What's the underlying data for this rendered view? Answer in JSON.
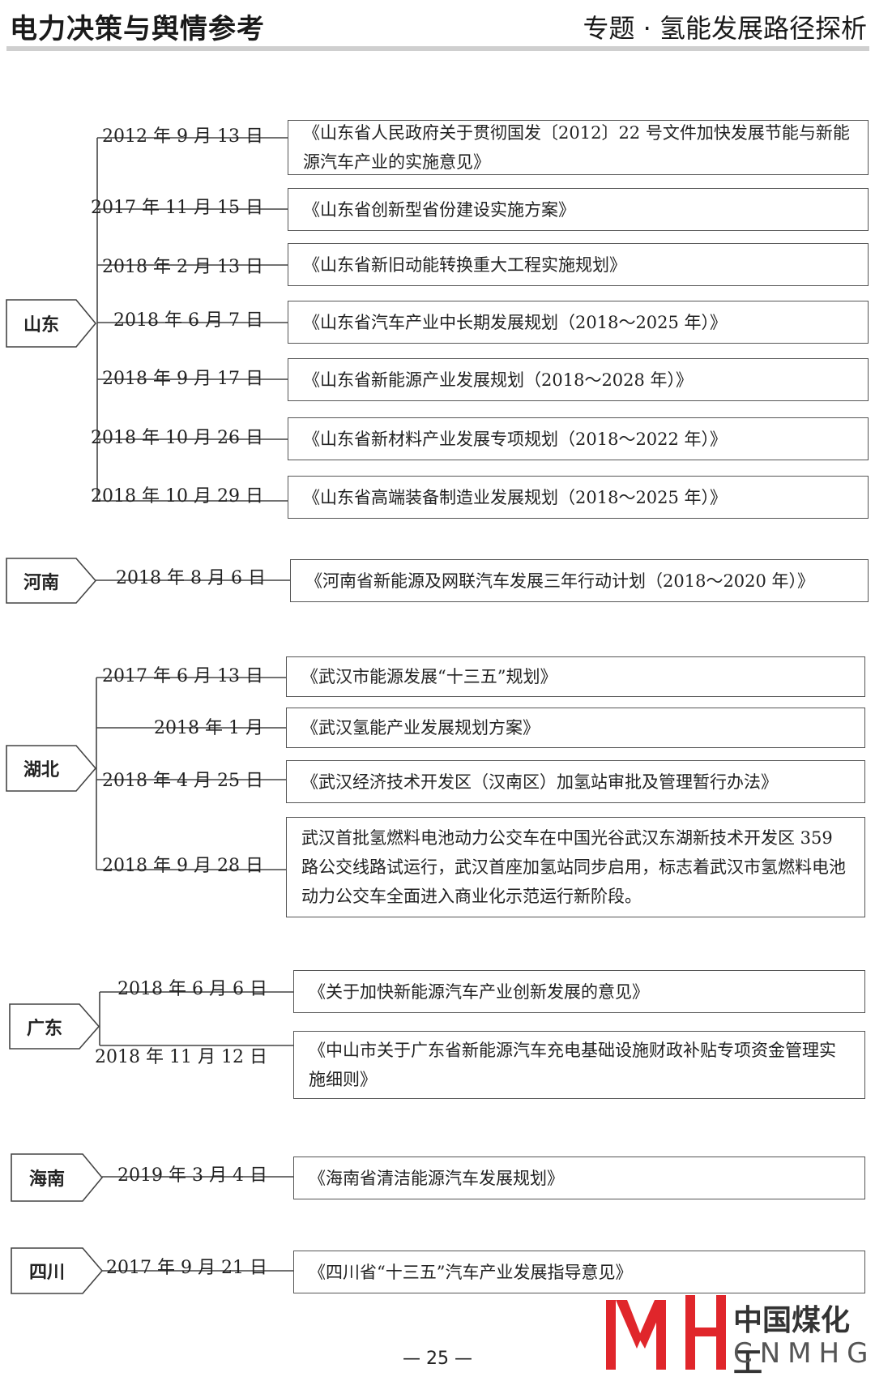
{
  "header": {
    "brand": "电力决策与舆情参考",
    "topic": "专题 · 氢能发展路径探析"
  },
  "groups": [
    {
      "province": "山东",
      "entries": [
        {
          "date": "2012 年 9 月 13 日",
          "text": "《山东省人民政府关于贯彻国发〔2012〕22 号文件加快发展节能与新能源汽车产业的实施意见》"
        },
        {
          "date": "2017 年 11 月 15 日",
          "text": "《山东省创新型省份建设实施方案》"
        },
        {
          "date": "2018 年 2 月 13 日",
          "text": "《山东省新旧动能转换重大工程实施规划》"
        },
        {
          "date": "2018 年 6 月 7 日",
          "text": "《山东省汽车产业中长期发展规划（2018～2025 年）》"
        },
        {
          "date": "2018 年 9 月 17 日",
          "text": "《山东省新能源产业发展规划（2018～2028 年）》"
        },
        {
          "date": "2018 年 10 月 26 日",
          "text": "《山东省新材料产业发展专项规划（2018～2022 年）》"
        },
        {
          "date": "2018 年 10 月 29 日",
          "text": "《山东省高端装备制造业发展规划（2018～2025 年）》"
        }
      ]
    },
    {
      "province": "河南",
      "entries": [
        {
          "date": "2018 年 8 月 6 日",
          "text": "《河南省新能源及网联汽车发展三年行动计划（2018～2020 年）》"
        }
      ]
    },
    {
      "province": "湖北",
      "entries": [
        {
          "date": "2017 年 6 月 13 日",
          "text": "《武汉市能源发展“十三五”规划》"
        },
        {
          "date": "2018 年 1 月",
          "text": "《武汉氢能产业发展规划方案》"
        },
        {
          "date": "2018 年 4 月 25 日",
          "text": "《武汉经济技术开发区（汉南区）加氢站审批及管理暂行办法》"
        },
        {
          "date": "2018 年 9 月 28 日",
          "text": "武汉首批氢燃料电池动力公交车在中国光谷武汉东湖新技术开发区 359 路公交线路试运行，武汉首座加氢站同步启用，标志着武汉市氢燃料电池动力公交车全面进入商业化示范运行新阶段。"
        }
      ]
    },
    {
      "province": "广东",
      "entries": [
        {
          "date": "2018 年 6 月 6 日",
          "text": "《关于加快新能源汽车产业创新发展的意见》"
        },
        {
          "date": "2018 年 11 月 12 日",
          "text": "《中山市关于广东省新能源汽车充电基础设施财政补贴专项资金管理实施细则》"
        }
      ]
    },
    {
      "province": "海南",
      "entries": [
        {
          "date": "2019 年 3 月 4 日",
          "text": "《海南省清洁能源汽车发展规划》"
        }
      ]
    },
    {
      "province": "四川",
      "entries": [
        {
          "date": "2017 年 9 月 21 日",
          "text": "《四川省“十三五”汽车产业发展指导意见》"
        }
      ]
    }
  ],
  "footer": {
    "page_number": "— 25 —",
    "logo_cn": "中国煤化工",
    "logo_en": "CNMHG"
  },
  "colors": {
    "logo_red": "#e0262b",
    "border": "#555555"
  }
}
